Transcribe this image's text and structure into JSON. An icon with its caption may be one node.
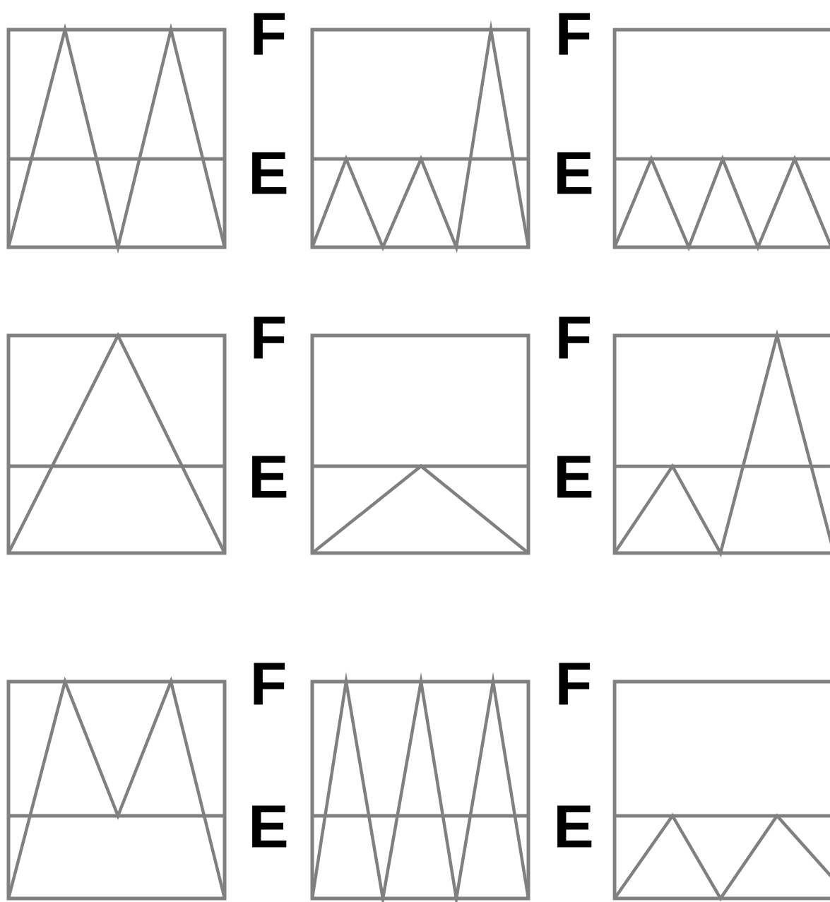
{
  "diagram": {
    "labels": [
      "F",
      "F",
      "E",
      "E",
      "F",
      "F",
      "E",
      "E",
      "F",
      "F",
      "E",
      "E"
    ]
  }
}
